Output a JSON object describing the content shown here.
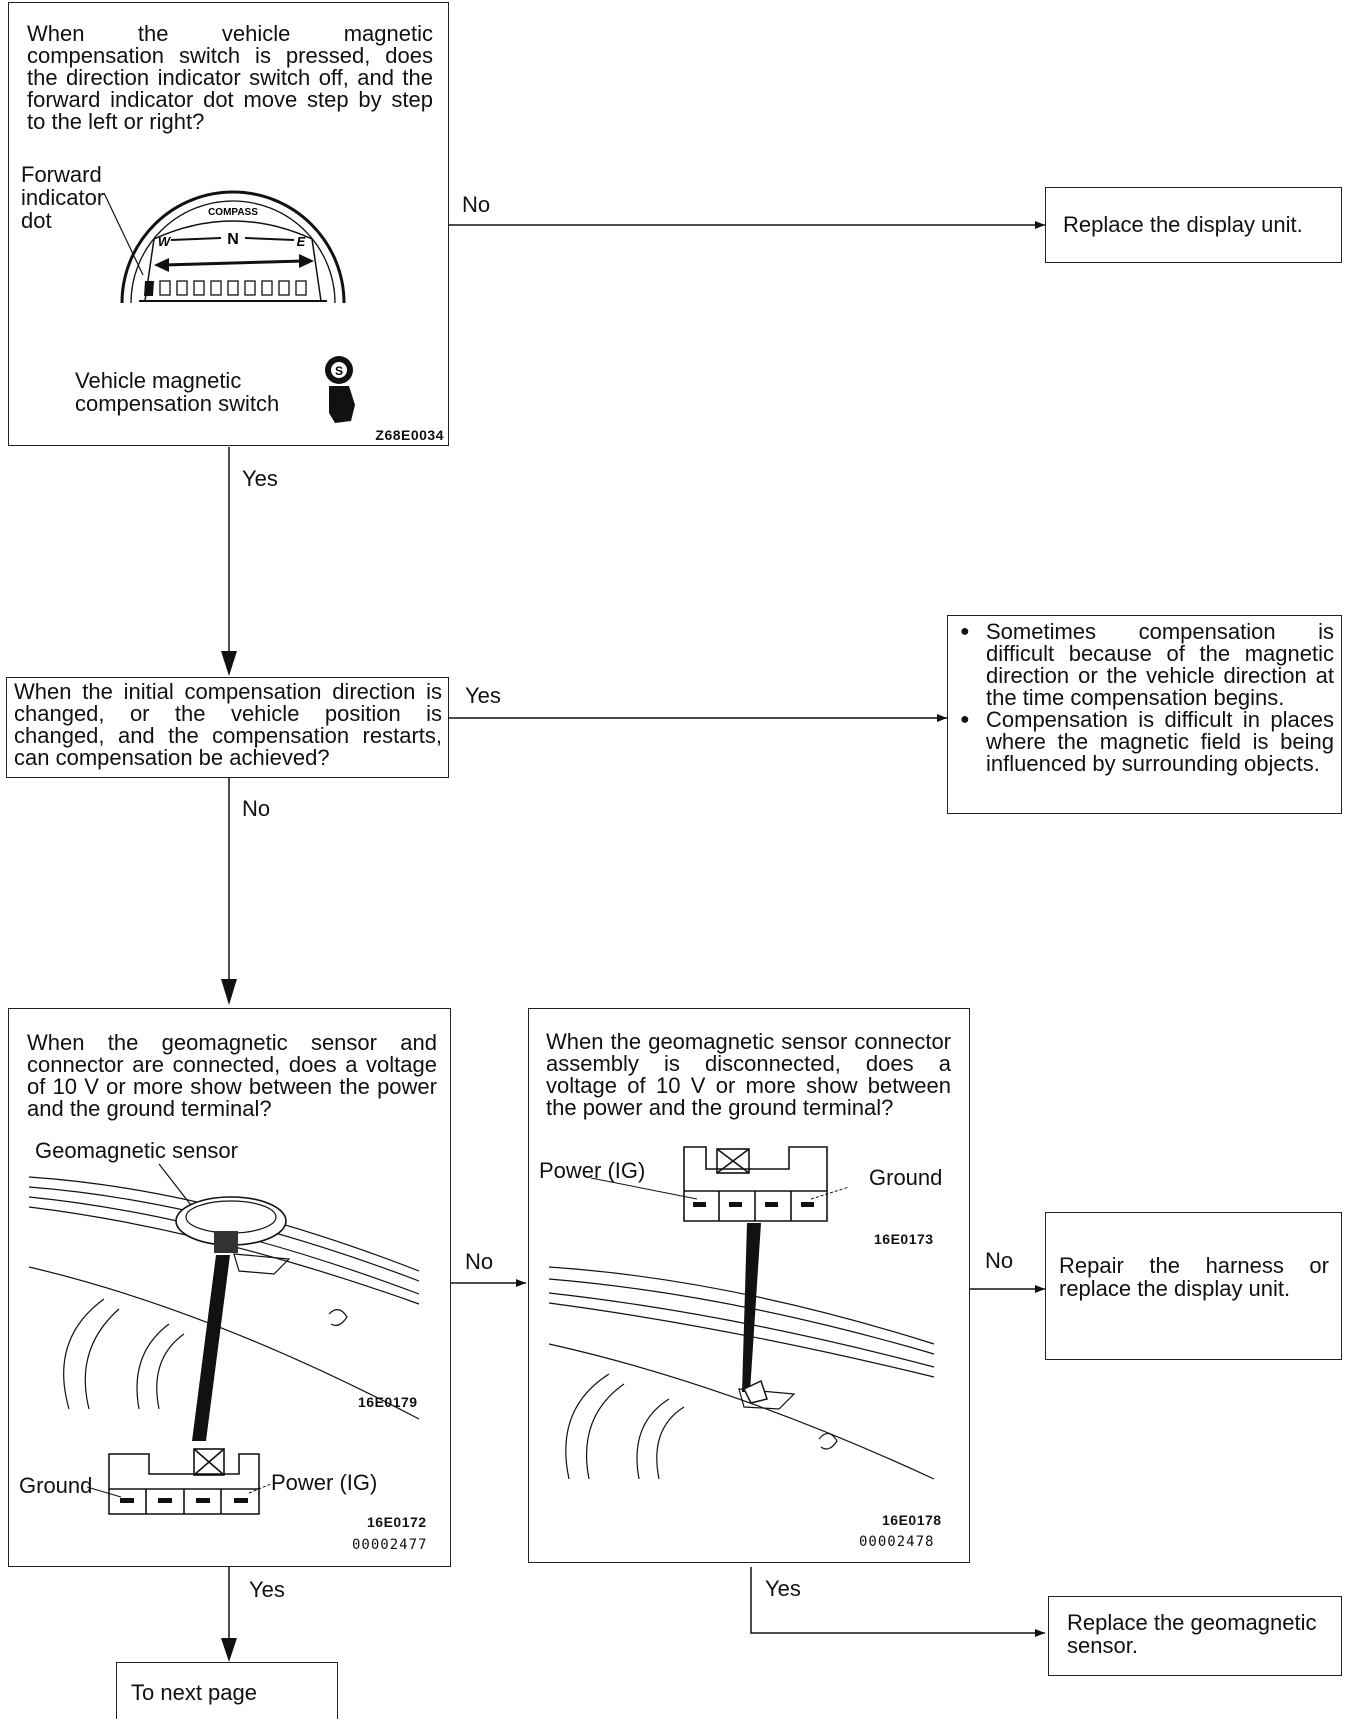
{
  "boxes": {
    "q1": {
      "text": "When the vehicle magnetic compensation switch is pressed, does the direction indicator switch off, and the forward indicator dot move step by step to the left or right?",
      "forward_label": "Forward indicator dot",
      "compass_label": "COMPASS",
      "compass_letters": [
        "W",
        "N",
        "E"
      ],
      "switch_label": "Vehicle magnetic compensation switch",
      "switch_letter": "S",
      "code": "Z68E0034"
    },
    "r1": {
      "text": "Replace the display unit."
    },
    "q2": {
      "text": "When the initial compensation direction is changed, or the vehicle position is changed, and the compensation restarts, can compensation be achieved?"
    },
    "r2": {
      "bullets": [
        "Sometimes compensation is difficult because of the magnetic direction or the vehicle direction at the time compensation begins.",
        "Compensation is difficult in places where the magnetic field is being influenced by surrounding objects."
      ]
    },
    "q3": {
      "text": "When the geomagnetic sensor and connector are connected, does a voltage of 10 V or more show between the power and the ground terminal?",
      "sensor_label": "Geomagnetic sensor",
      "code_a": "16E0179",
      "ground_label": "Ground",
      "power_label": "Power (IG)",
      "code_b": "16E0172",
      "code_c": "00002477"
    },
    "q4": {
      "text": "When the geomagnetic sensor connector assembly is disconnected, does a voltage of 10 V or more show between the power and the ground terminal?",
      "power_label": "Power (IG)",
      "ground_label": "Ground",
      "code_a": "16E0173",
      "code_b": "16E0178",
      "code_c": "00002478"
    },
    "r3": {
      "text": "Repair the harness or replace the display unit."
    },
    "r4": {
      "text": "Replace the geomagnetic sensor."
    },
    "next": {
      "text": "To next page"
    }
  },
  "flow_labels": {
    "q1_no": "No",
    "q1_yes": "Yes",
    "q2_yes": "Yes",
    "q2_no": "No",
    "q3_no": "No",
    "q4_no": "No",
    "q3_yes": "Yes",
    "q4_yes": "Yes"
  }
}
